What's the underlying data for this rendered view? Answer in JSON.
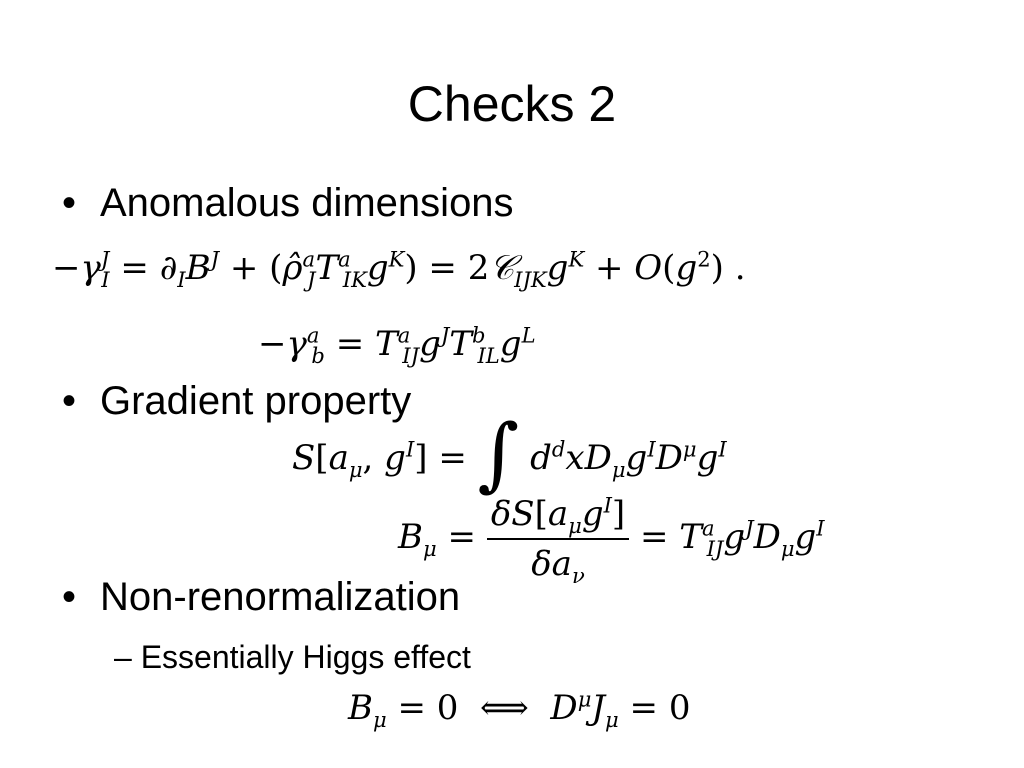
{
  "slide": {
    "title": "Checks 2",
    "bullets": [
      {
        "marker": "•",
        "text": "Anomalous dimensions"
      },
      {
        "marker": "•",
        "text": "Gradient property"
      },
      {
        "marker": "•",
        "text": "Non-renormalization"
      }
    ],
    "subbullet": {
      "marker": "–",
      "text": "Essentially Higgs effect"
    }
  }
}
